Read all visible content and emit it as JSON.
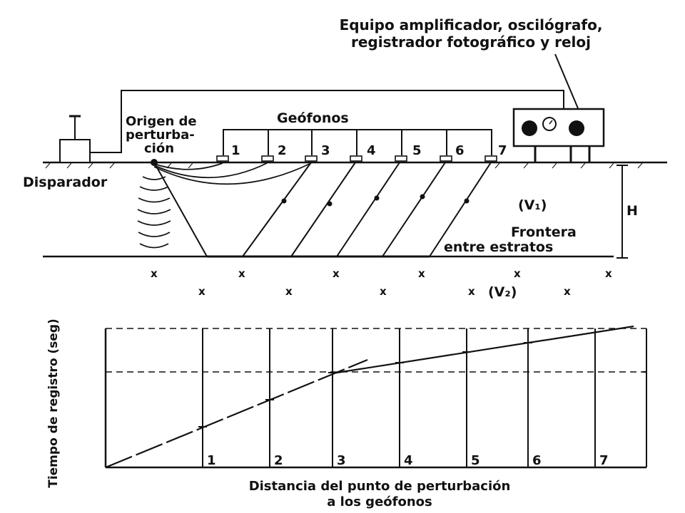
{
  "equipment_label": {
    "line1": "Equipo amplificador, oscilógrafo,",
    "line2": "registrador fotográfico y reloj"
  },
  "source_label": {
    "line1": "Origen de",
    "line2": "perturba-",
    "line3": "ción"
  },
  "geophones_label": "Geófonos",
  "geophone_numbers": [
    "1",
    "2",
    "3",
    "4",
    "5",
    "6",
    "7"
  ],
  "trigger_label": "Disparador",
  "velocity_upper": "(V₁)",
  "velocity_lower": "(V₂)",
  "depth_label": "H",
  "boundary_label": {
    "line1": "Frontera",
    "line2": "entre estratos"
  },
  "graph": {
    "ylabel": "Tiempo de registro (seg)",
    "xlabel_line1": "Distancia del punto de perturbación",
    "xlabel_line2": "a los geófonos",
    "column_numbers": [
      "1",
      "2",
      "3",
      "4",
      "5",
      "6",
      "7"
    ]
  }
}
